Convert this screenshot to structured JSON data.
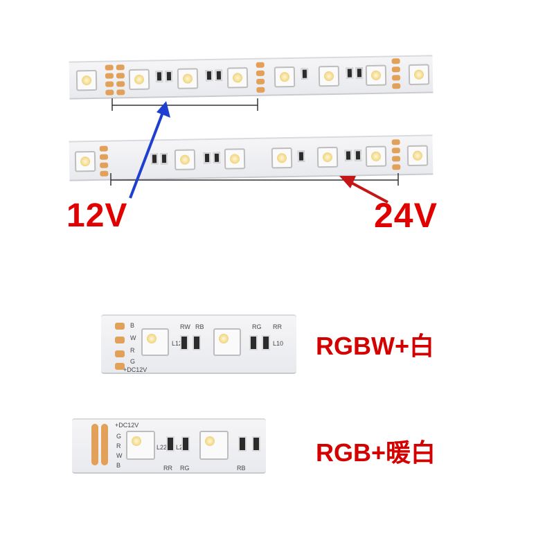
{
  "labels": {
    "v12": "12V",
    "v24": "24V",
    "rgbw": "RGBW+白",
    "rgbww": "RGB+暖白"
  },
  "strip_text": {
    "pins_a": [
      "B",
      "W",
      "R",
      "G"
    ],
    "pins_b": [
      "+DC12V",
      "G",
      "R",
      "W",
      "B"
    ],
    "res_codes_a": [
      "RW",
      "RB",
      "RG",
      "RR"
    ],
    "res_codes_b": [
      "RR",
      "RG",
      "RB"
    ],
    "component_a": [
      "L12",
      "L10"
    ],
    "component_b": [
      "L22",
      "L23"
    ],
    "dc12v": "+DC12V"
  },
  "colors": {
    "arrow_blue": "#1f3fd1",
    "arrow_red": "#c41616",
    "label_red": "#e00000",
    "pad_copper": "#e2a15a"
  }
}
